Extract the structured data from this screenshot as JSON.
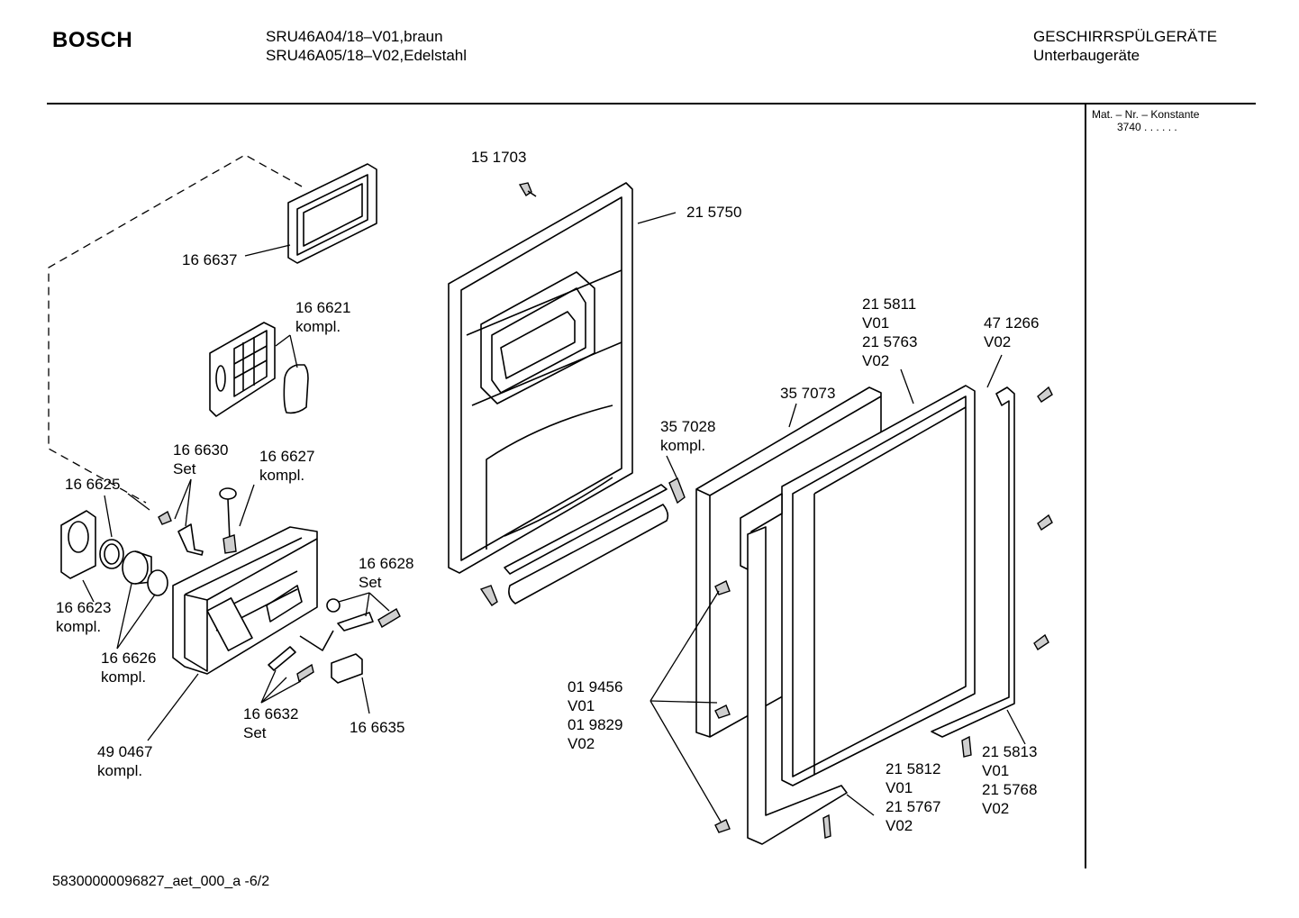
{
  "header": {
    "brand": "BOSCH",
    "model_line_1": "SRU46A04/18–V01,braun",
    "model_line_2": "SRU46A05/18–V02,Edelstahl",
    "category_line_1": "GESCHIRRSPÜLGERÄTE",
    "category_line_2": "Unterbaugeräte"
  },
  "side_panel": {
    "mat_title": "Mat. – Nr. – Konstante",
    "mat_value": "3740  .  .  .  .  .  ."
  },
  "footer": {
    "doc_id": "58300000096827_aet_000_a  -6/2"
  },
  "parts": [
    {
      "id": "p151703",
      "text": "15 1703"
    },
    {
      "id": "p215750",
      "text": "21 5750"
    },
    {
      "id": "p166637",
      "text": "16 6637"
    },
    {
      "id": "p166621",
      "text": "16 6621\nkompl."
    },
    {
      "id": "p215811",
      "text": "21 5811\nV01\n21 5763\nV02"
    },
    {
      "id": "p471266",
      "text": "47 1266\nV02"
    },
    {
      "id": "p357073",
      "text": "35 7073"
    },
    {
      "id": "p357028",
      "text": "35 7028\nkompl."
    },
    {
      "id": "p166630",
      "text": "16 6630\nSet"
    },
    {
      "id": "p166627",
      "text": "16 6627\nkompl."
    },
    {
      "id": "p166625",
      "text": "16 6625"
    },
    {
      "id": "p166628",
      "text": "16 6628\nSet"
    },
    {
      "id": "p166623",
      "text": "16 6623\nkompl."
    },
    {
      "id": "p166626",
      "text": "16 6626\nkompl."
    },
    {
      "id": "p019456",
      "text": "01 9456\nV01\n01 9829\nV02"
    },
    {
      "id": "p166632",
      "text": "16 6632\nSet"
    },
    {
      "id": "p166635",
      "text": "16 6635"
    },
    {
      "id": "p490467",
      "text": "49 0467\nkompl."
    },
    {
      "id": "p215812",
      "text": "21 5812\nV01\n21 5767\nV02"
    },
    {
      "id": "p215813",
      "text": "21 5813\nV01\n21 5768\nV02"
    }
  ]
}
